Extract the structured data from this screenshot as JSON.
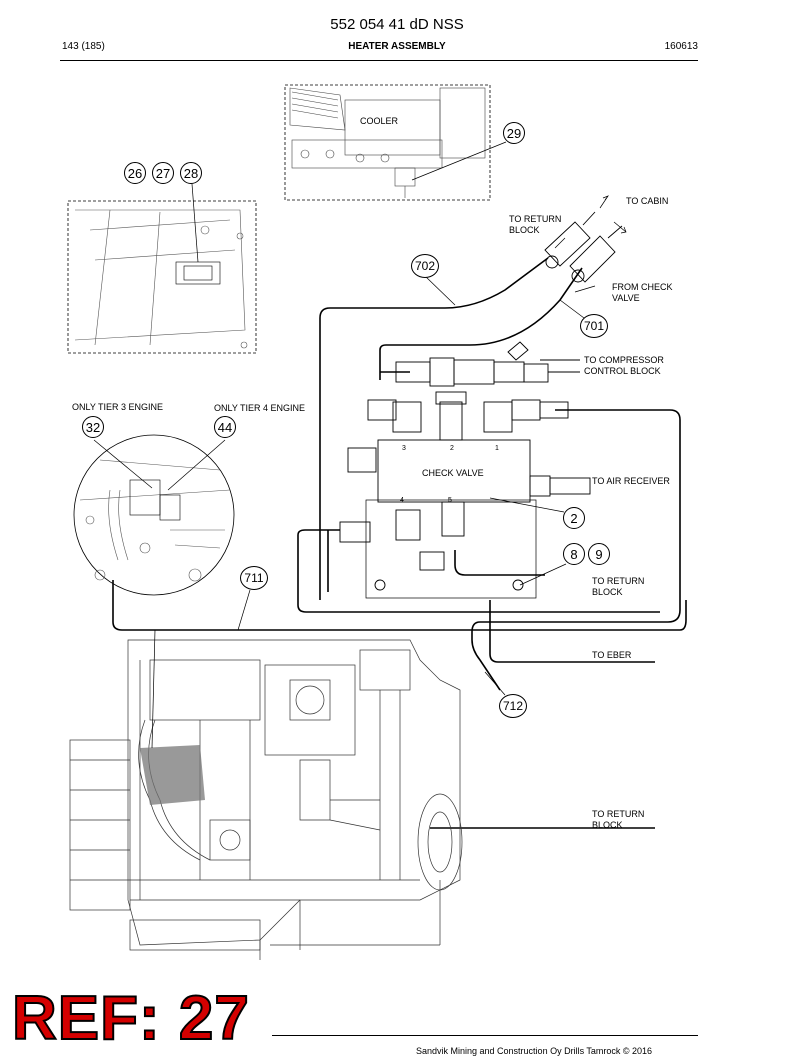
{
  "document": {
    "number": "552 054 41 dD NSS",
    "page": "143 (185)",
    "section": "HEATER ASSEMBLY",
    "date": "160613"
  },
  "labels": {
    "cooler": "COOLER",
    "to_cabin": "TO CABIN",
    "to_return_block_top": [
      "TO RETURN",
      "BLOCK"
    ],
    "from_check_valve": [
      "FROM CHECK",
      "VALVE"
    ],
    "to_compressor": [
      "TO COMPRESSOR",
      "CONTROL BLOCK"
    ],
    "only_tier3": "ONLY TIER 3 ENGINE",
    "only_tier4": "ONLY TIER 4 ENGINE",
    "check_valve": "CHECK VALVE",
    "to_air_receiver": "TO AIR RECEIVER",
    "to_return_block_mid": [
      "TO RETURN",
      "BLOCK"
    ],
    "to_eber": "TO EBER",
    "to_return_block_bottom": [
      "TO RETURN",
      "BLOCK"
    ],
    "port_numbers": [
      "3",
      "2",
      "1",
      "4",
      "5"
    ]
  },
  "callouts": [
    "26",
    "27",
    "28",
    "29",
    "702",
    "701",
    "32",
    "44",
    "711",
    "2",
    "8",
    "9",
    "712"
  ],
  "stamp": "REF: 27",
  "footer": "Sandvik Mining and Construction Oy Drills Tamrock © 2016",
  "colors": {
    "stamp": "#d40000",
    "line": "#000000"
  }
}
